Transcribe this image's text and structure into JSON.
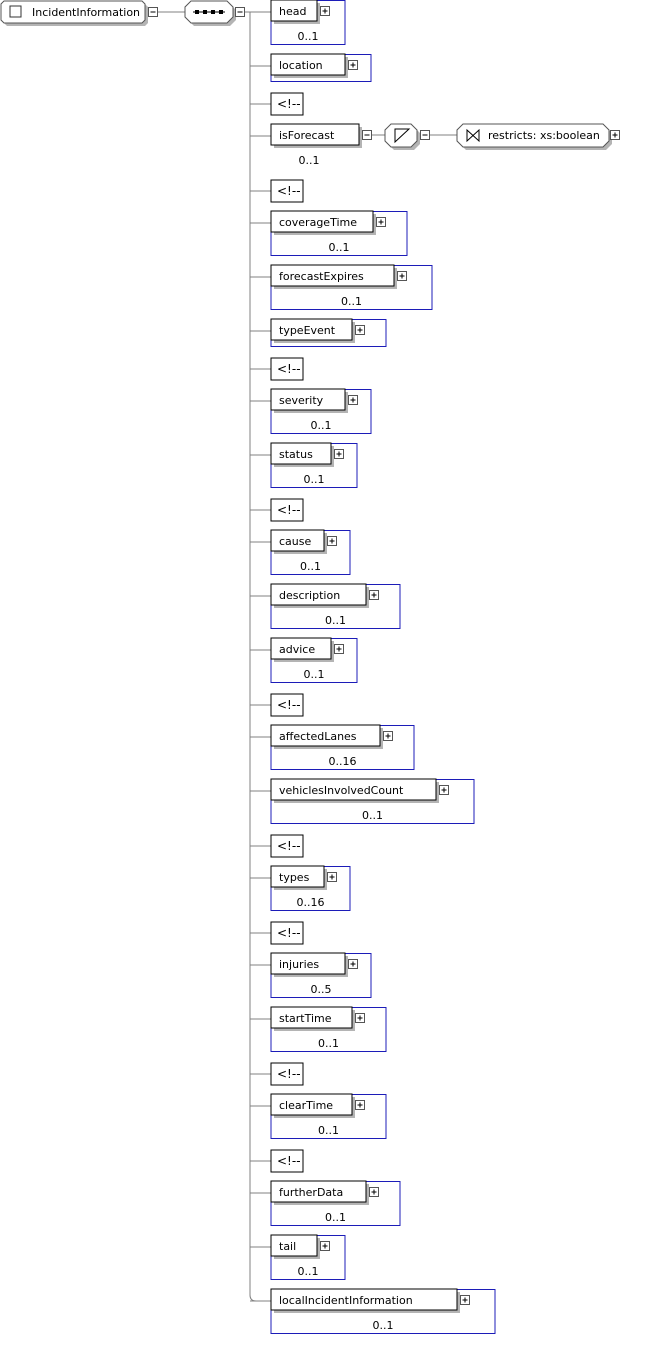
{
  "root": {
    "name": "IncidentInformation"
  },
  "sequence_compositor": {
    "icon": "sequence-dots-icon"
  },
  "items": [
    {
      "type": "element",
      "name": "head",
      "occurs": "0..1"
    },
    {
      "type": "element",
      "name": "location",
      "occurs": ""
    },
    {
      "type": "comment",
      "label": "<!--"
    },
    {
      "type": "element",
      "name": "isForecast",
      "occurs": "0..1",
      "open": true,
      "restriction": {
        "icon": "simple-type-icon",
        "text": "restricts: xs:boolean"
      }
    },
    {
      "type": "comment",
      "label": "<!--"
    },
    {
      "type": "element",
      "name": "coverageTime",
      "occurs": "0..1"
    },
    {
      "type": "element",
      "name": "forecastExpires",
      "occurs": "0..1"
    },
    {
      "type": "element",
      "name": "typeEvent",
      "occurs": ""
    },
    {
      "type": "comment",
      "label": "<!--"
    },
    {
      "type": "element",
      "name": "severity",
      "occurs": "0..1"
    },
    {
      "type": "element",
      "name": "status",
      "occurs": "0..1"
    },
    {
      "type": "comment",
      "label": "<!--"
    },
    {
      "type": "element",
      "name": "cause",
      "occurs": "0..1"
    },
    {
      "type": "element",
      "name": "description",
      "occurs": "0..1"
    },
    {
      "type": "element",
      "name": "advice",
      "occurs": "0..1"
    },
    {
      "type": "comment",
      "label": "<!--"
    },
    {
      "type": "element",
      "name": "affectedLanes",
      "occurs": "0..16"
    },
    {
      "type": "element",
      "name": "vehiclesInvolvedCount",
      "occurs": "0..1"
    },
    {
      "type": "comment",
      "label": "<!--"
    },
    {
      "type": "element",
      "name": "types",
      "occurs": "0..16"
    },
    {
      "type": "comment",
      "label": "<!--"
    },
    {
      "type": "element",
      "name": "injuries",
      "occurs": "0..5"
    },
    {
      "type": "element",
      "name": "startTime",
      "occurs": "0..1"
    },
    {
      "type": "comment",
      "label": "<!--"
    },
    {
      "type": "element",
      "name": "clearTime",
      "occurs": "0..1"
    },
    {
      "type": "comment",
      "label": "<!--"
    },
    {
      "type": "element",
      "name": "furtherData",
      "occurs": "0..1"
    },
    {
      "type": "element",
      "name": "tail",
      "occurs": "0..1"
    },
    {
      "type": "element",
      "name": "localIncidentInformation",
      "occurs": "0..1"
    }
  ],
  "colors": {
    "line": "#808080",
    "frame": "#1c1cb8",
    "box_border": "#555555",
    "shadow": "#b4b4b4",
    "text": "#000000"
  }
}
